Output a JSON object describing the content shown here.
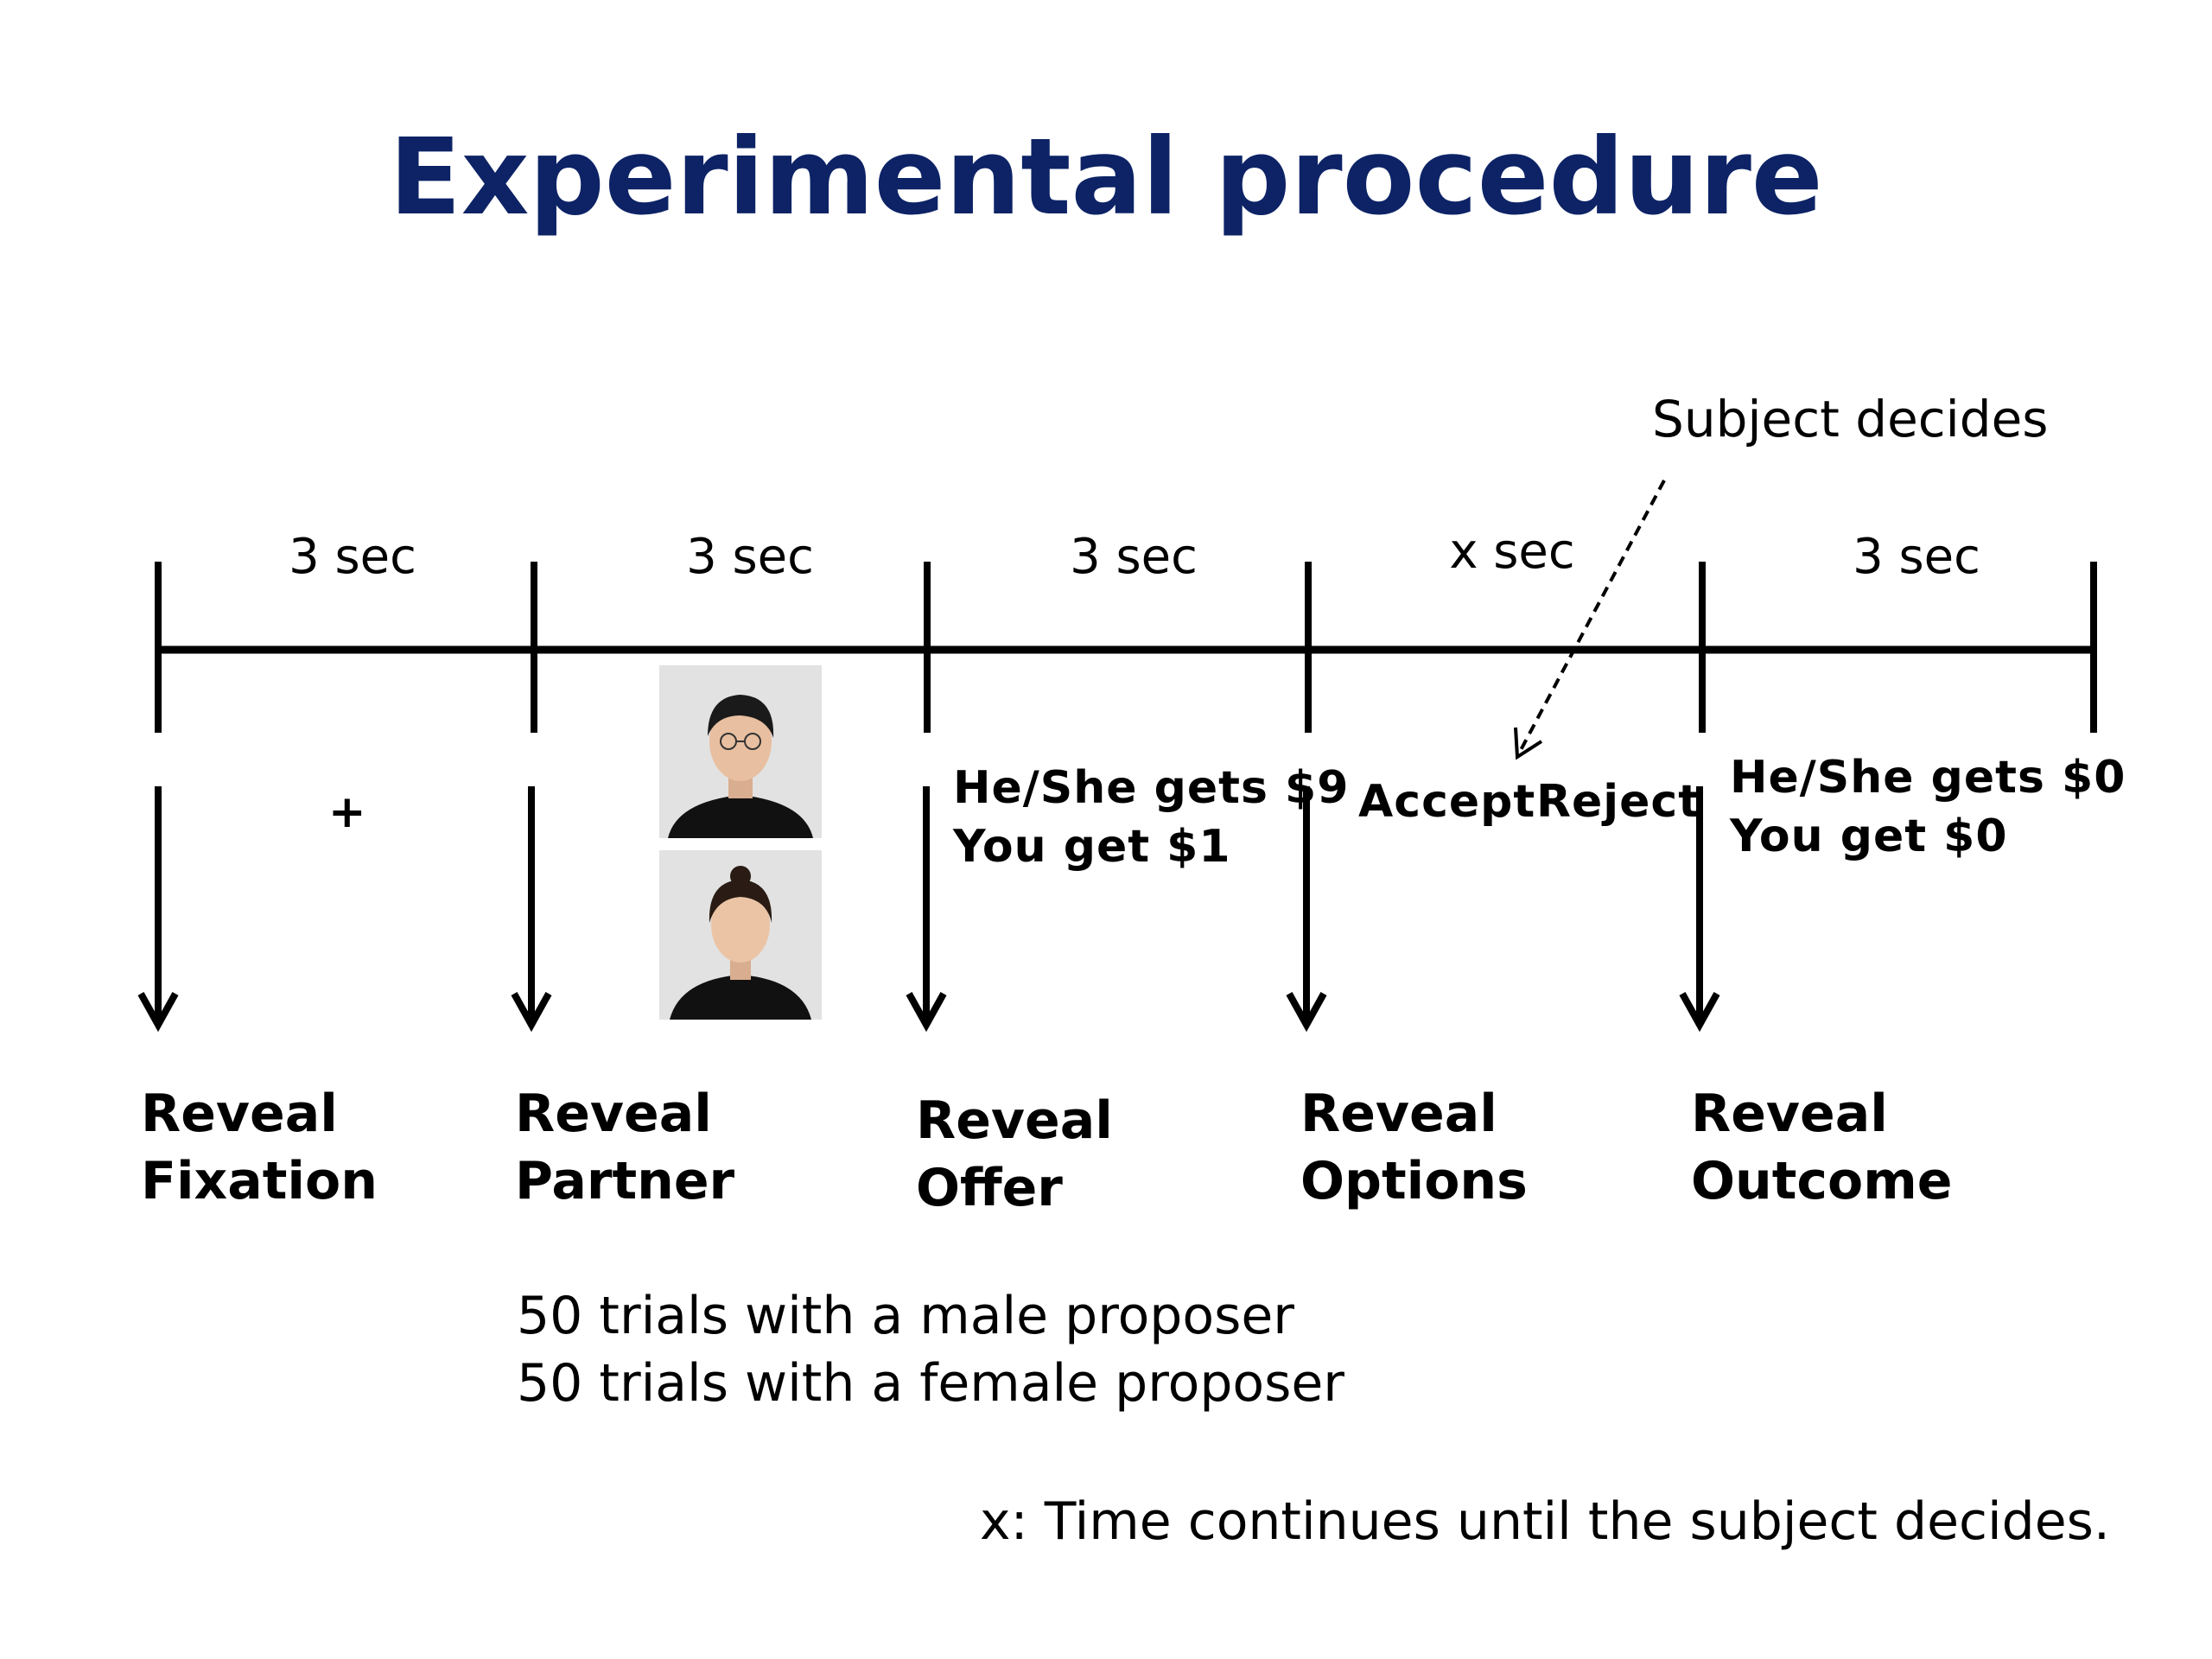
{
  "title": "Experimental procedure",
  "colors": {
    "title": "#0d2366",
    "ink": "#000000",
    "photo_bg": "#e2e2e2",
    "skin": "#e8bfa0",
    "hair": "#1a1a1a",
    "shirt": "#111111"
  },
  "durations": [
    "3 sec",
    "3 sec",
    "3 sec",
    "x sec",
    "3 sec"
  ],
  "subject_decides": "Subject decides",
  "fixation_symbol": "+",
  "offer": {
    "line1": "He/She gets $9",
    "line2": "You get $1"
  },
  "options": {
    "accept": "Accept",
    "reject": "Reject"
  },
  "outcome": {
    "line1": "He/She gets $0",
    "line2": "You get $0"
  },
  "events": [
    {
      "line1": "Reveal",
      "line2": "Fixation"
    },
    {
      "line1": "Reveal",
      "line2": "Partner"
    },
    {
      "line1": "Reveal",
      "line2": "Offer"
    },
    {
      "line1": "Reveal",
      "line2": "Options"
    },
    {
      "line1": "Reveal",
      "line2": "Outcome"
    }
  ],
  "trials": {
    "line1": "50 trials with a male proposer",
    "line2": "50 trials with a female proposer"
  },
  "footnote": "x: Time continues until the subject decides.",
  "partner_photos": [
    "male-partner-photo",
    "female-partner-photo"
  ]
}
